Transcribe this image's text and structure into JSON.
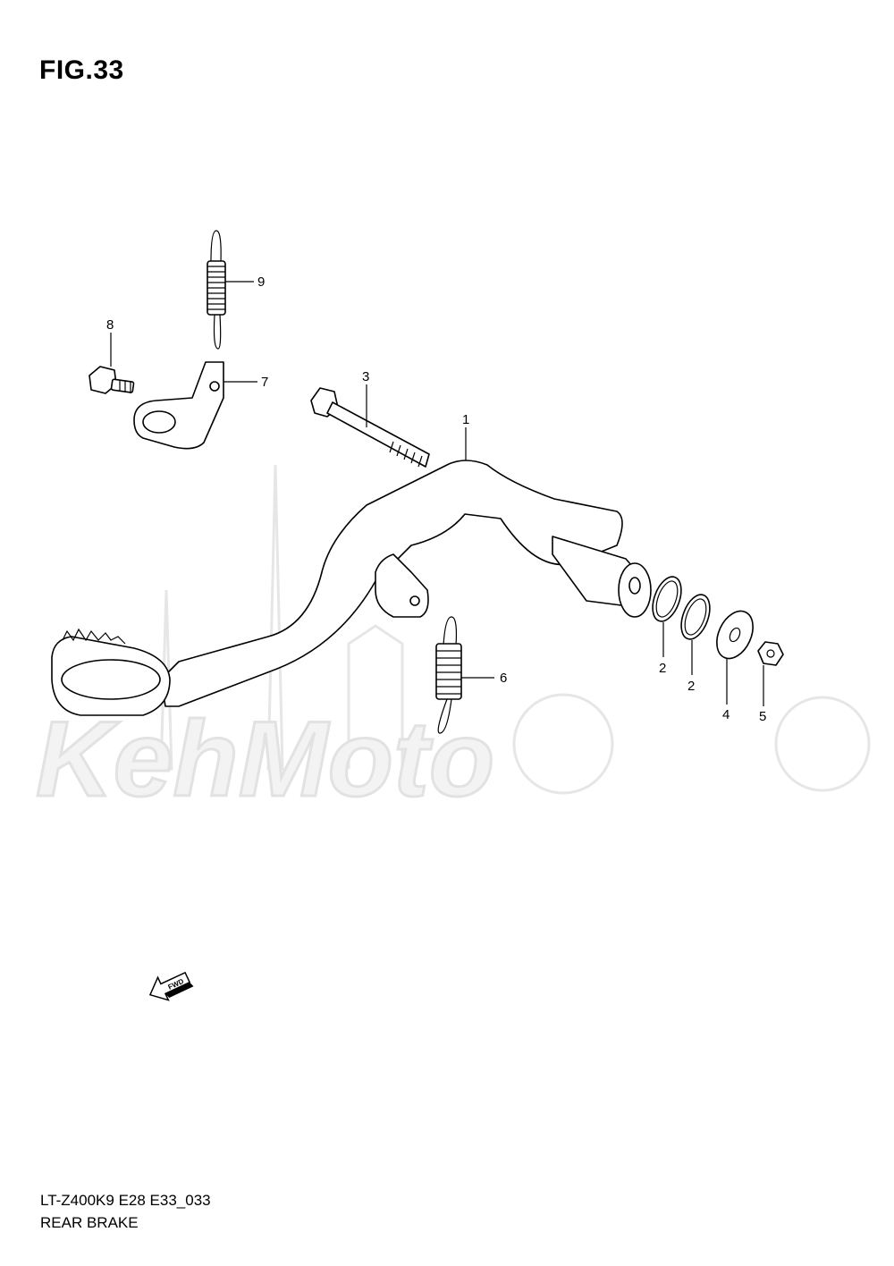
{
  "figure": {
    "title": "FIG.33",
    "model_code": "LT-Z400K9 E28 E33_033",
    "section_title": "REAR BRAKE"
  },
  "watermark": {
    "text": "KehMoto"
  },
  "fwd_arrow": {
    "label": "FWD"
  },
  "callouts": [
    {
      "id": "1",
      "part": "brake-pedal"
    },
    {
      "id": "2",
      "part": "o-ring-a"
    },
    {
      "id": "2",
      "part": "o-ring-b"
    },
    {
      "id": "3",
      "part": "pivot-bolt"
    },
    {
      "id": "4",
      "part": "washer"
    },
    {
      "id": "5",
      "part": "nut"
    },
    {
      "id": "6",
      "part": "return-spring"
    },
    {
      "id": "7",
      "part": "spring-bracket"
    },
    {
      "id": "8",
      "part": "bracket-bolt"
    },
    {
      "id": "9",
      "part": "switch-spring"
    }
  ]
}
